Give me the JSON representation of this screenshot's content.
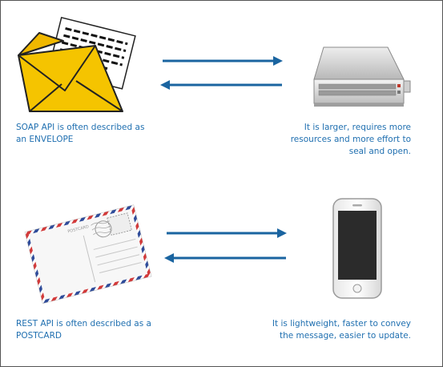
{
  "soap": {
    "caption_line1": "SOAP API is often described as",
    "caption_line2": "an ENVELOPE",
    "server_line1": "It is larger, requires more",
    "server_line2": "resources and more effort to",
    "server_line3": "seal and open."
  },
  "rest": {
    "caption_line1": "REST API is often described as a",
    "caption_line2": "POSTCARD",
    "phone_line1": "It is lightweight, faster to convey",
    "phone_line2": "the message, easier to update."
  },
  "postcard_stamp_text": "POSTCARD",
  "colors": {
    "arrow": "#1a64a0",
    "caption": "#1f6fb0",
    "envelope": "#f5c400",
    "airmail_red": "#d23a3a",
    "airmail_blue": "#2f4c9a"
  },
  "icons": [
    "envelope-icon",
    "server-icon",
    "postcard-icon",
    "smartphone-icon"
  ]
}
